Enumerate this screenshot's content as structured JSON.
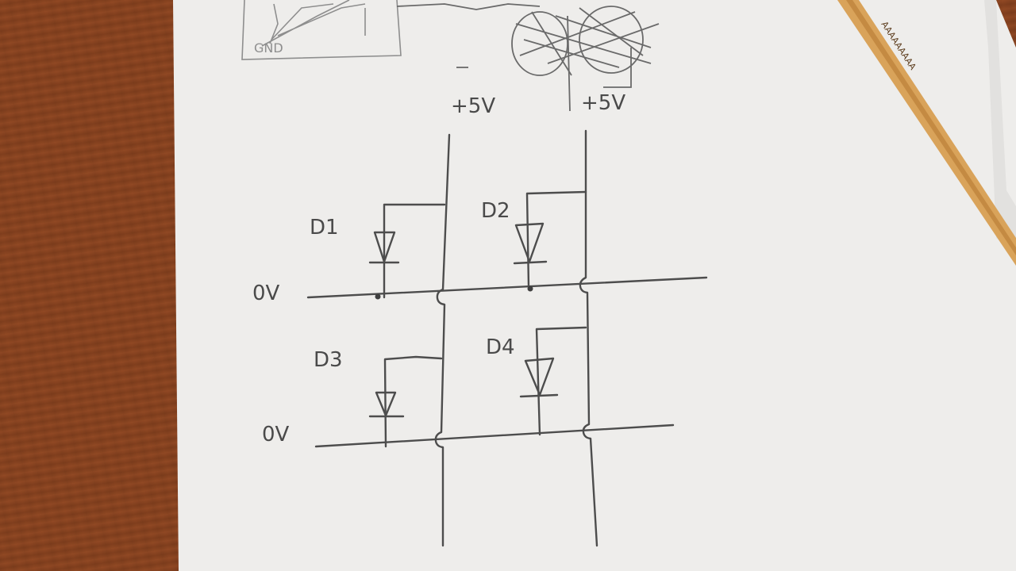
{
  "rails": {
    "supply_left": "+5V",
    "supply_right": "+5V",
    "ground_top": "0V",
    "ground_bottom": "0V"
  },
  "diodes": [
    {
      "id": "d1",
      "label": "D1"
    },
    {
      "id": "d2",
      "label": "D2"
    },
    {
      "id": "d3",
      "label": "D3"
    },
    {
      "id": "d4",
      "label": "D4"
    }
  ],
  "sketch": {
    "corner_label": "GND"
  },
  "colors": {
    "ink": "#4d4d4d",
    "paper": "#f1f0ee",
    "table": "#8a4522",
    "pencil": "#d9a35a"
  }
}
